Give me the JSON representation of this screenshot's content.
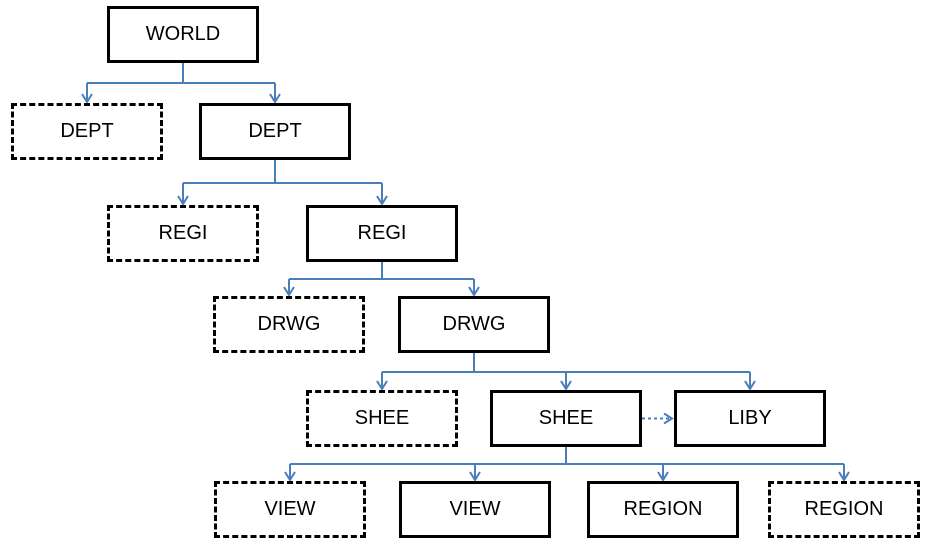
{
  "diagram": {
    "line_color": "#4a7ebb",
    "nodes": [
      {
        "id": "world",
        "label": "WORLD",
        "style": "solid"
      },
      {
        "id": "dept_a",
        "label": "DEPT",
        "style": "dashed"
      },
      {
        "id": "dept_b",
        "label": "DEPT",
        "style": "solid"
      },
      {
        "id": "regi_a",
        "label": "REGI",
        "style": "dashed"
      },
      {
        "id": "regi_b",
        "label": "REGI",
        "style": "solid"
      },
      {
        "id": "drwg_a",
        "label": "DRWG",
        "style": "dashed"
      },
      {
        "id": "drwg_b",
        "label": "DRWG",
        "style": "solid"
      },
      {
        "id": "shee_a",
        "label": "SHEE",
        "style": "dashed"
      },
      {
        "id": "shee_b",
        "label": "SHEE",
        "style": "solid"
      },
      {
        "id": "liby",
        "label": "LIBY",
        "style": "solid"
      },
      {
        "id": "view_a",
        "label": "VIEW",
        "style": "dashed"
      },
      {
        "id": "view_b",
        "label": "VIEW",
        "style": "solid"
      },
      {
        "id": "region_a",
        "label": "REGION",
        "style": "solid"
      },
      {
        "id": "region_b",
        "label": "REGION",
        "style": "dashed"
      }
    ],
    "edges": [
      {
        "from": "world",
        "to": [
          "dept_a",
          "dept_b"
        ],
        "type": "tree"
      },
      {
        "from": "dept_b",
        "to": [
          "regi_a",
          "regi_b"
        ],
        "type": "tree"
      },
      {
        "from": "regi_b",
        "to": [
          "drwg_a",
          "drwg_b"
        ],
        "type": "tree"
      },
      {
        "from": "drwg_b",
        "to": [
          "shee_a",
          "shee_b",
          "liby"
        ],
        "type": "tree"
      },
      {
        "from": "shee_b",
        "to": [
          "view_a",
          "view_b",
          "region_a",
          "region_b"
        ],
        "type": "tree"
      },
      {
        "from": "shee_b",
        "to": [
          "liby"
        ],
        "type": "dotted-arrow"
      }
    ]
  }
}
